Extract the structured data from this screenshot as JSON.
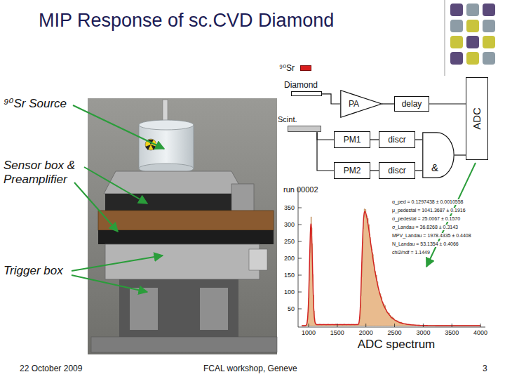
{
  "diagram": {
    "title": "MIP Response of sc.CVD Diamond",
    "nodes": [
      {
        "text": [
          "⁹⁰Sr"
        ]
      },
      {
        "text": [
          "Diamond"
        ]
      },
      {
        "text": [
          "Scint."
        ]
      },
      {
        "text": [
          "PA"
        ]
      },
      {
        "text": [
          "delay"
        ]
      },
      {
        "text": [
          "PM1"
        ]
      },
      {
        "text": [
          "discr"
        ]
      },
      {
        "text": [
          "PM2"
        ]
      },
      {
        "text": [
          "discr"
        ]
      },
      {
        "text": [
          "&"
        ]
      },
      {
        "text": [
          "ADC"
        ]
      }
    ],
    "edges": [
      {
        "from": 1,
        "to": 3,
        "arrow": "none"
      },
      {
        "from": 3,
        "to": 4,
        "arrow": "none"
      },
      {
        "from": 4,
        "to": 10,
        "arrow": "none"
      },
      {
        "from": 2,
        "to": 5,
        "arrow": "none"
      },
      {
        "from": 2,
        "to": 7,
        "arrow": "none"
      },
      {
        "from": 5,
        "to": 6,
        "arrow": "none"
      },
      {
        "from": 7,
        "to": 8,
        "arrow": "none"
      },
      {
        "from": 6,
        "to": 9,
        "arrow": "none"
      },
      {
        "from": 8,
        "to": 9,
        "arrow": "none"
      },
      {
        "from": 9,
        "to": 10,
        "arrow": "none"
      }
    ],
    "labels": [
      "⁹⁰Sr Source",
      "Sensor box & Preamplifier",
      "Trigger box",
      "run 00002",
      "350",
      "300",
      "250",
      "200",
      "150",
      "100",
      "50",
      "1000",
      "1500",
      "2000",
      "2500",
      "3000",
      "3500",
      "4000",
      "α_ped = 0.1297438 ± 0.0010558",
      "μ_pedestal = 1041.3687 ± 0.1916",
      "σ_pedestal = 25.0067 ± 0.1570",
      "σ_Landau = 36.8268 ± 0.3143",
      "MPV_Landau = 1978.4335 ± 0.4408",
      "N_Landau = 53.1354 ± 0.4066",
      "chi2/ndf = 1.1449",
      "ADC spectrum",
      "22 October 2009",
      "FCAL workshop, Geneve",
      "3"
    ]
  }
}
